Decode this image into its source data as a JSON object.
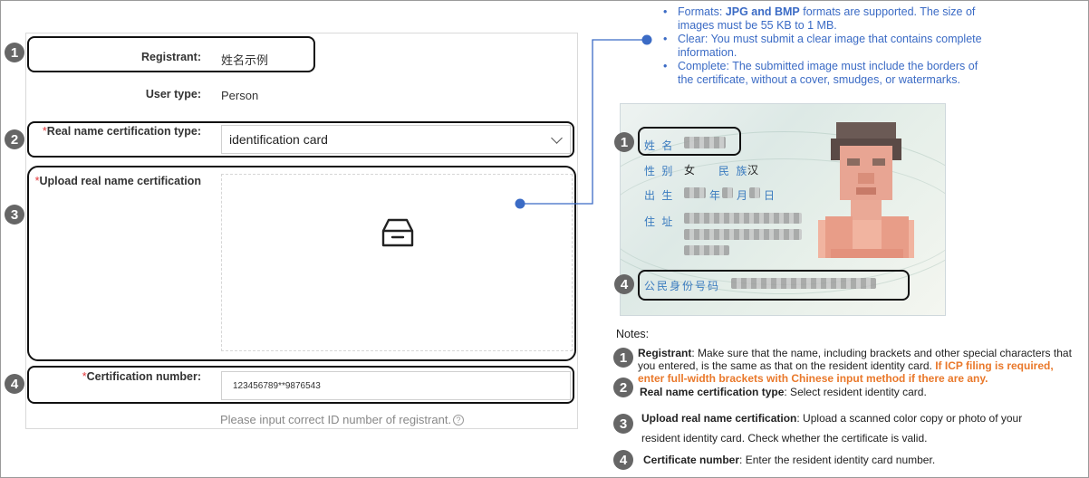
{
  "form": {
    "registrant_label": "Registrant:",
    "registrant_value": "姓名示例",
    "user_type_label": "User type:",
    "user_type_value": "Person",
    "cert_type_label": "Real name certification type:",
    "cert_type_value": "identification card",
    "upload_label": "Upload real name certification",
    "cert_number_label": "Certification number:",
    "cert_number_value": "123456789**9876543",
    "help_text": "Please input correct ID number of registrant.",
    "required_mark": "*"
  },
  "callouts": {
    "n1": "1",
    "n2": "2",
    "n3": "3",
    "n4": "4"
  },
  "requirements": {
    "formats_prefix": "Formats: ",
    "formats_bold": "JPG and BMP",
    "formats_rest": " formats are supported. The size of images must be 55 KB to 1 MB.",
    "clear": "Clear: You must submit a clear image that contains complete information.",
    "complete": "Complete: The submitted image must include the borders of the certificate, without a cover, smudges, or watermarks."
  },
  "id_card": {
    "name_label": "姓 名",
    "sex_label": "性 别",
    "sex_value": "女",
    "ethnic_label": "民 族",
    "ethnic_value": "汉",
    "birth_label": "出 生",
    "year_label": "年",
    "month_label": "月",
    "day_label": "日",
    "address_label": "住 址",
    "id_label": "公民身份号码"
  },
  "notes": {
    "title": "Notes:",
    "n1_bold": "Registrant",
    "n1_text": ": Make sure that the name, including brackets and other special characters that you entered, is the same as that on the resident identity card. ",
    "n1_orange": "If ICP filing is required, enter full-width brackets with Chinese input method if there are any.",
    "n2_bold": "Real name certification type",
    "n2_text": ": Select resident identity card.",
    "n3_bold": "Upload real name certification",
    "n3_text": ": Upload a scanned color copy or photo of your resident identity card. Check whether the certificate is valid.",
    "n4_bold": "Certificate number",
    "n4_text": ": Enter the resident identity card number."
  },
  "colors": {
    "accent_blue": "#3b6bc5",
    "warning_orange": "#e9782a",
    "required_red": "#e4393c"
  }
}
